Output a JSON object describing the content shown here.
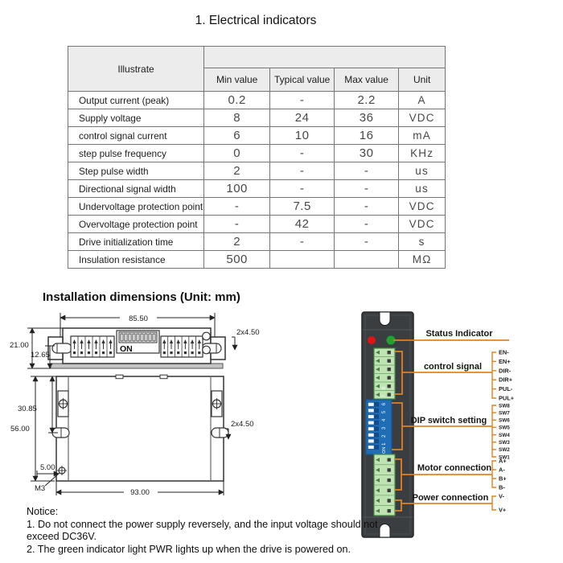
{
  "title": "1. Electrical indicators",
  "spec_table": {
    "corner_label": "Illustrate",
    "columns": [
      "Min value",
      "Typical value",
      "Max value",
      "Unit"
    ],
    "rows": [
      {
        "label": "Output current (peak)",
        "min": "0.2",
        "typical": "-",
        "max": "2.2",
        "unit": "A"
      },
      {
        "label": "Supply voltage",
        "min": "8",
        "typical": "24",
        "max": "36",
        "unit": "VDC"
      },
      {
        "label": "control signal current",
        "min": "6",
        "typical": "10",
        "max": "16",
        "unit": "mA"
      },
      {
        "label": "step pulse frequency",
        "min": "0",
        "typical": "-",
        "max": "30",
        "unit": "KHz"
      },
      {
        "label": "Step pulse width",
        "min": "2",
        "typical": "-",
        "max": "-",
        "unit": "us"
      },
      {
        "label": "Directional signal width",
        "min": "100",
        "typical": "-",
        "max": "-",
        "unit": "us"
      },
      {
        "label": "Undervoltage protection point",
        "min": "-",
        "typical": "7.5",
        "max": "-",
        "unit": "VDC"
      },
      {
        "label": "Overvoltage protection point",
        "min": "-",
        "typical": "42",
        "max": "-",
        "unit": "VDC"
      },
      {
        "label": "Drive initialization time",
        "min": "2",
        "typical": "-",
        "max": "-",
        "unit": "s"
      },
      {
        "label": "Insulation resistance",
        "min": "500",
        "typical": "",
        "max": "",
        "unit": "MΩ"
      }
    ]
  },
  "installation": {
    "title": "Installation dimensions (Unit: mm)",
    "top_view": {
      "width_label": "85.50",
      "holes_label": "2x4.50",
      "height_label": "21.00",
      "offset_label": "12.65",
      "on_label": "ON"
    },
    "front_view": {
      "screw_offset_label": "30.85",
      "height_label": "56.00",
      "holes_label": "2x4.50",
      "m3_offset_label": "5.00",
      "thread_label": "M3",
      "width_label": "93.00"
    }
  },
  "driver": {
    "labels": {
      "status": "Status Indicator",
      "control": "control signal",
      "dip": "DIP switch setting",
      "motor": "Motor connection",
      "power": "Power connection"
    },
    "dip_numbers_text": "1 2 3 4 5 6 7 8",
    "dip_on": "ON",
    "pins": {
      "control": [
        "EN-",
        "EN+",
        "DIR-",
        "DIR+",
        "PUL-",
        "PUL+"
      ],
      "dip": [
        "SW8",
        "SW7",
        "SW6",
        "SW5",
        "SW4",
        "SW3",
        "SW2",
        "SW1"
      ],
      "motor": [
        "A+",
        "A-",
        "B+",
        "B-"
      ],
      "power": [
        "V-",
        "V+"
      ]
    },
    "colors": {
      "accent_orange": "#E0821F",
      "led_red": "#E11414",
      "led_green": "#1CA62E",
      "dip_blue": "#1E6DB5",
      "terminal_green": "#BFE4B4",
      "body_gray": "#3B3E41"
    }
  },
  "notice": {
    "heading": "Notice:",
    "line1": "1. Do not connect the power supply reversely, and the input voltage should not",
    "line2": " exceed DC36V.",
    "line3": "2. The green indicator light PWR lights up when the drive is powered on."
  }
}
